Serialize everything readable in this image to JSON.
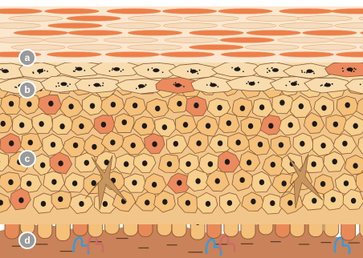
{
  "labels": [
    {
      "id": "a",
      "text": "a",
      "layer": "stratum-corneum"
    },
    {
      "id": "b",
      "text": "b",
      "layer": "stratum-granulosum"
    },
    {
      "id": "c",
      "text": "c",
      "layer": "stratum-spinosum"
    },
    {
      "id": "d",
      "text": "d",
      "layer": "stratum-basale-dermis"
    }
  ],
  "colors": {
    "background": "#ffffff",
    "corneum_light": "#fbe7cf",
    "corneum_orange": "#ee7a44",
    "granular": "#f8dcae",
    "spinous": "#f7cf8e",
    "spinous_alt": "#f4c07a",
    "highlight_cell": "#eb8a5e",
    "basal": "#e88a58",
    "dermis": "#c98259",
    "dendritic": "#c8955f",
    "nucleus": "#1e1b18",
    "outline": "#8a5a33",
    "fiber_blue": "#3a9ad8",
    "fiber_pink": "#d06a6a",
    "label_fill": "#9a9a9a"
  }
}
